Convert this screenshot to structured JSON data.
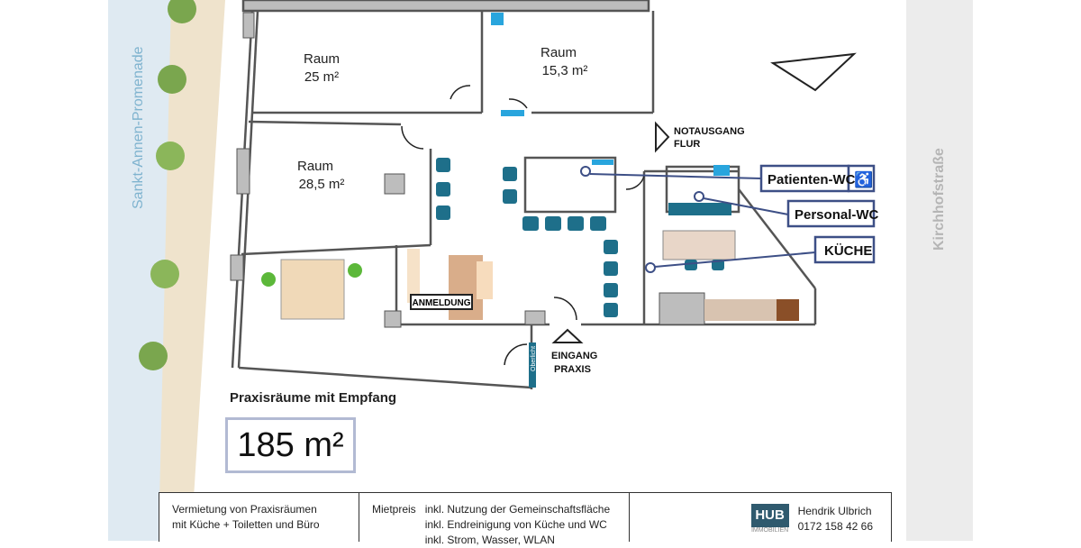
{
  "title": "Praxisräume mit Empfang",
  "total_area": "185 m²",
  "streets": {
    "left": "Sankt-Annen-Promenade",
    "right": "Kirchhofstraße"
  },
  "rooms": [
    {
      "name": "Raum",
      "area": "25 m²"
    },
    {
      "name": "Raum",
      "area": "15,3 m²"
    },
    {
      "name": "Raum",
      "area": "28,5 m²"
    }
  ],
  "labels": {
    "emergency_exit_1": "NOTAUSGANG",
    "emergency_exit_2": "FLUR",
    "entrance_1": "EINGANG",
    "entrance_2": "PRAXIS",
    "reception": "ANMELDUNG",
    "skylight": "Oberlicht",
    "patient_wc": "Patienten-WC",
    "staff_wc": "Personal-WC",
    "kitchen": "KÜCHE",
    "accessible_icon": "♿"
  },
  "footer": {
    "desc_1": "Vermietung von Praxisräumen",
    "desc_2": "mit Küche + Toiletten und Büro",
    "price_label": "Mietpreis",
    "price_1": "inkl. Nutzung der Gemeinschaftsfläche",
    "price_2": "inkl. Endreinigung von Küche und WC",
    "price_3": "inkl. Strom, Wasser, WLAN",
    "logo_text": "HUB",
    "logo_sub": "IMMOBILIEN",
    "contact_name": "Hendrik Ulbrich",
    "contact_phone": "0172 158 42 66"
  },
  "colors": {
    "accent": "#1e6f8a",
    "label_border": "#3d4f86",
    "wall": "#9a9a9a"
  }
}
